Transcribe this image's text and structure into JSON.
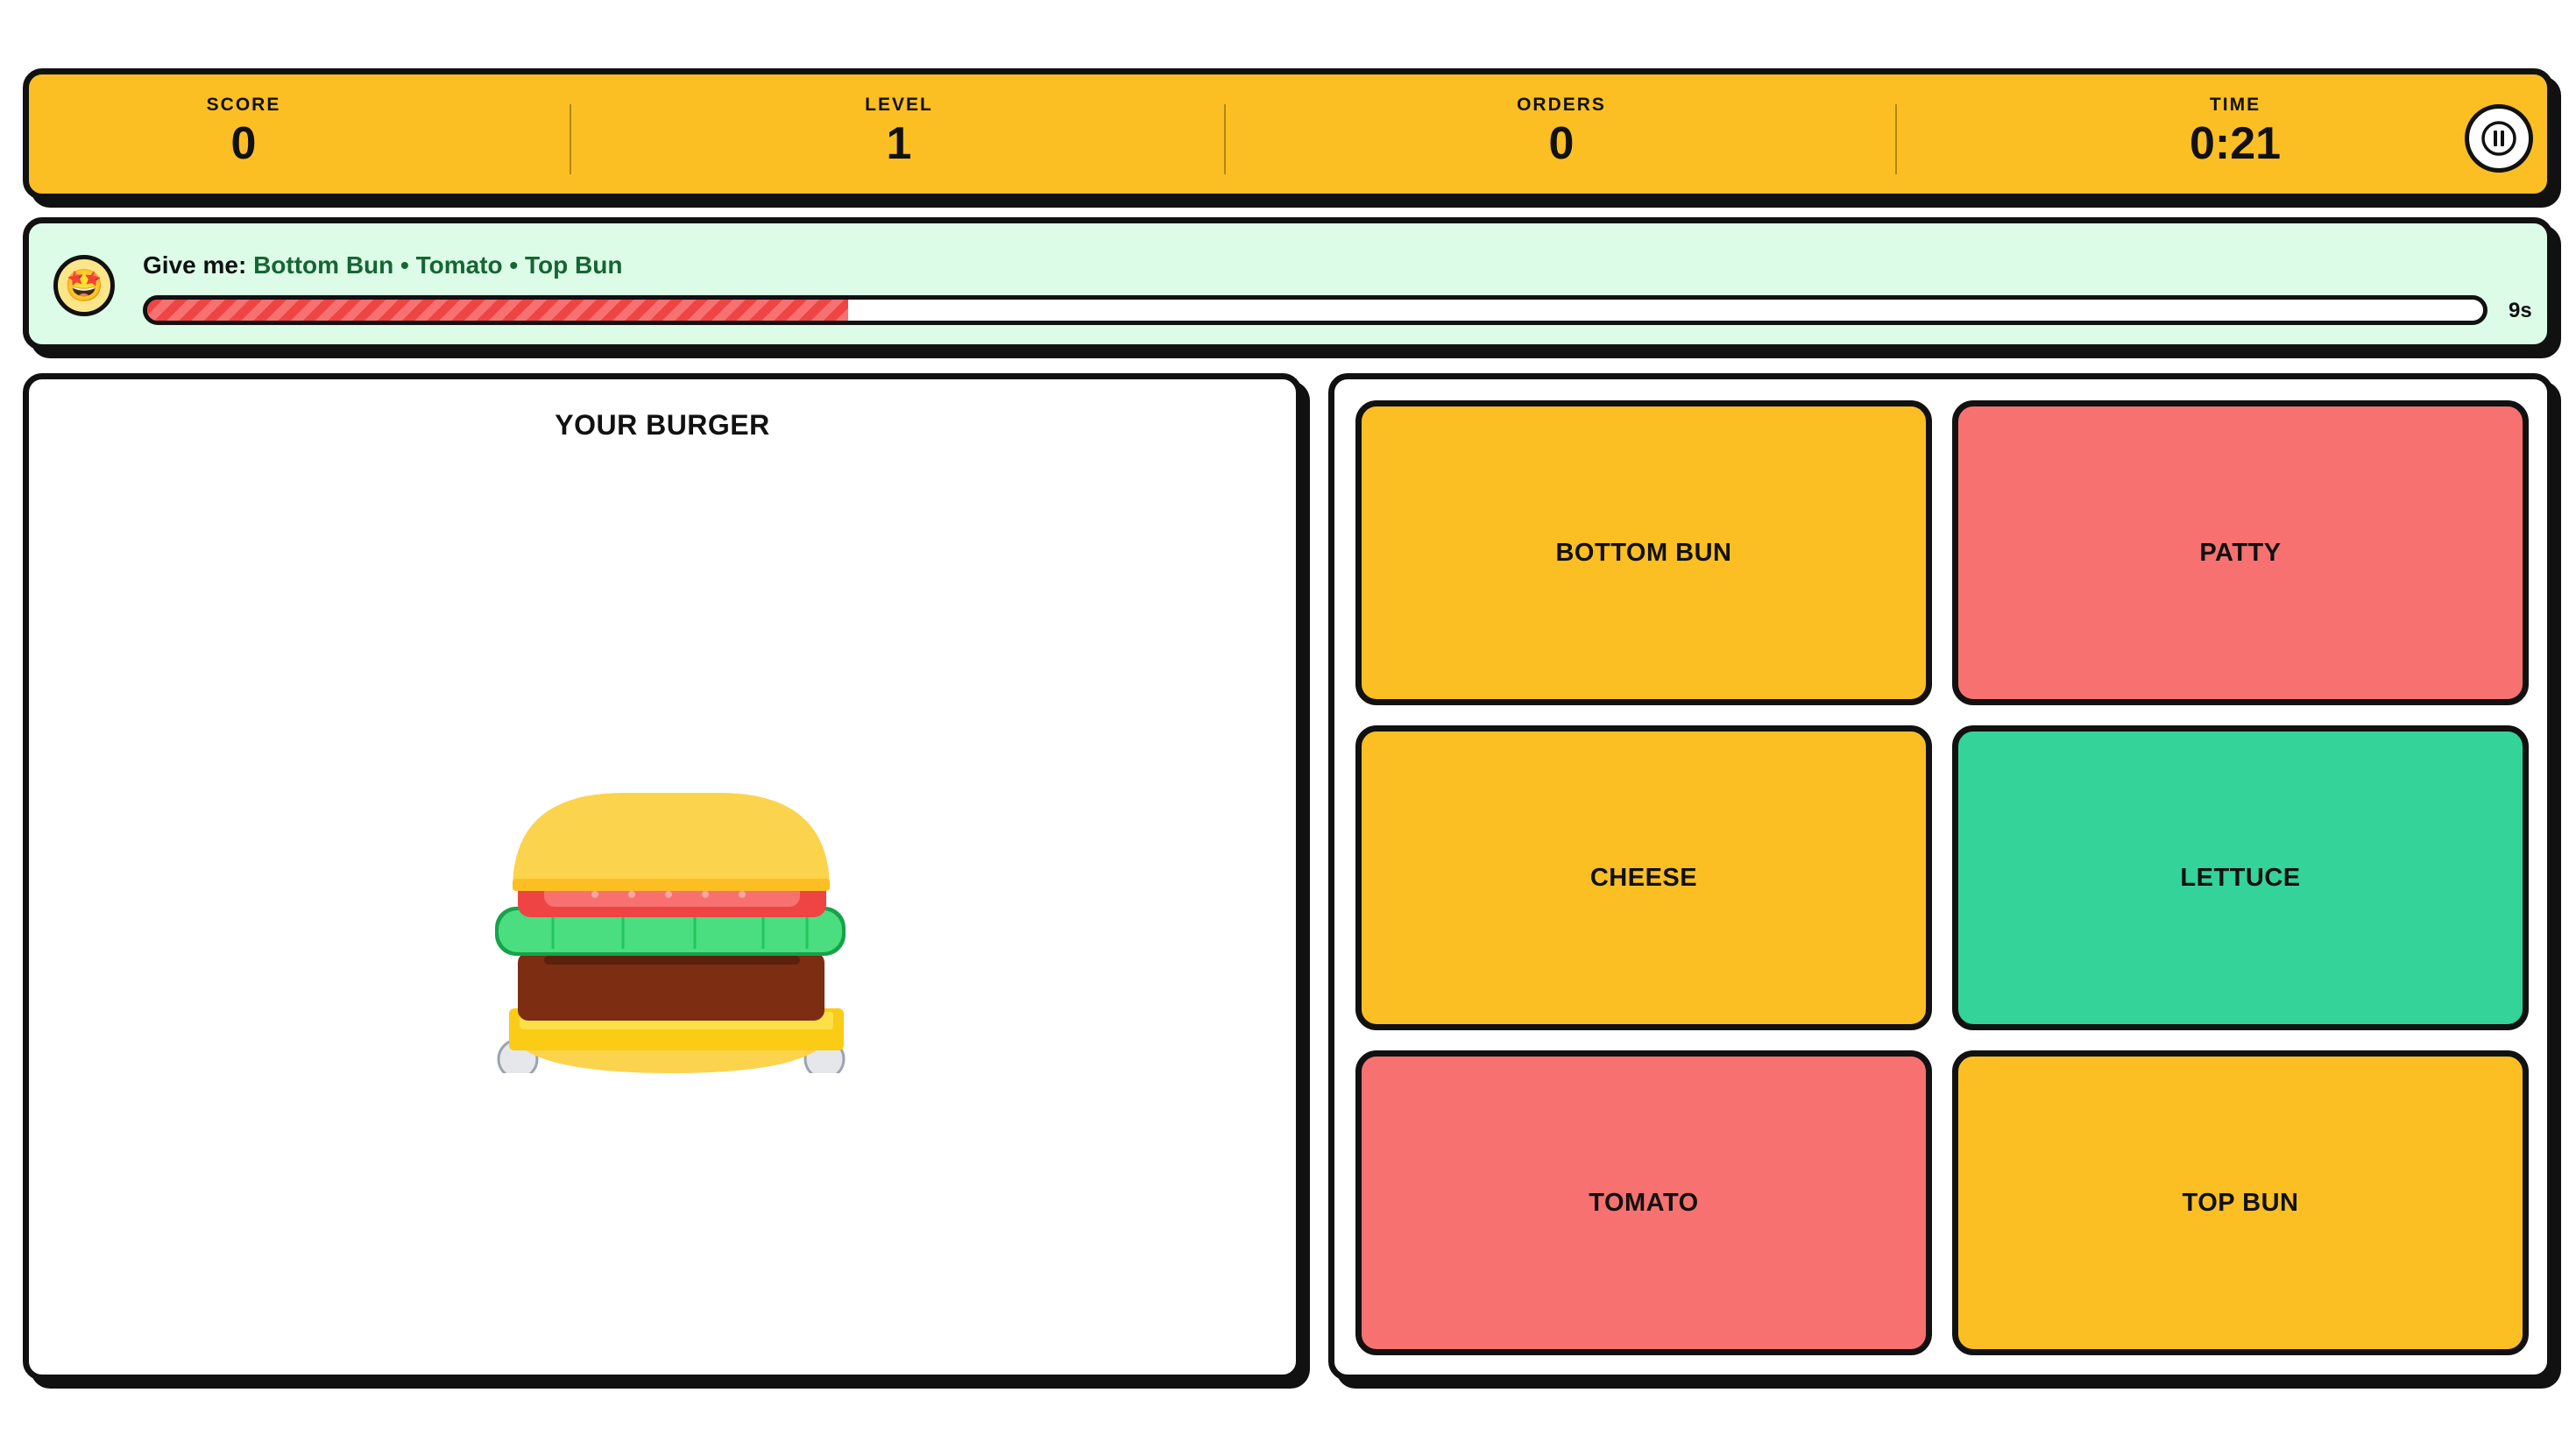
{
  "stats": [
    {
      "label": "SCORE",
      "value": "0"
    },
    {
      "label": "LEVEL",
      "value": "1"
    },
    {
      "label": "ORDERS",
      "value": "0"
    },
    {
      "label": "TIME",
      "value": "0:21"
    }
  ],
  "controls": {
    "pause_icon": "pause-icon"
  },
  "order": {
    "prefix": "Give me:",
    "items_text": "Bottom Bun • Tomato • Top Bun",
    "items": [
      "Bottom Bun",
      "Tomato",
      "Top Bun"
    ],
    "customer_icon": "star-struck-face-icon",
    "customer_emoji": "🤩",
    "time_remaining_fraction": 0.3,
    "time_remaining_label": "9s"
  },
  "burger": {
    "title": "YOUR BURGER",
    "stack": [
      "bottom-bun",
      "cheese",
      "patty",
      "lettuce",
      "tomato",
      "top-bun"
    ]
  },
  "ingredients": [
    {
      "label": "BOTTOM BUN",
      "color": "#fbbf24"
    },
    {
      "label": "PATTY",
      "color": "#f87171"
    },
    {
      "label": "CHEESE",
      "color": "#fbbf24"
    },
    {
      "label": "LETTUCE",
      "color": "#34d399"
    },
    {
      "label": "TOMATO",
      "color": "#f87171"
    },
    {
      "label": "TOP BUN",
      "color": "#fbbf24"
    }
  ]
}
